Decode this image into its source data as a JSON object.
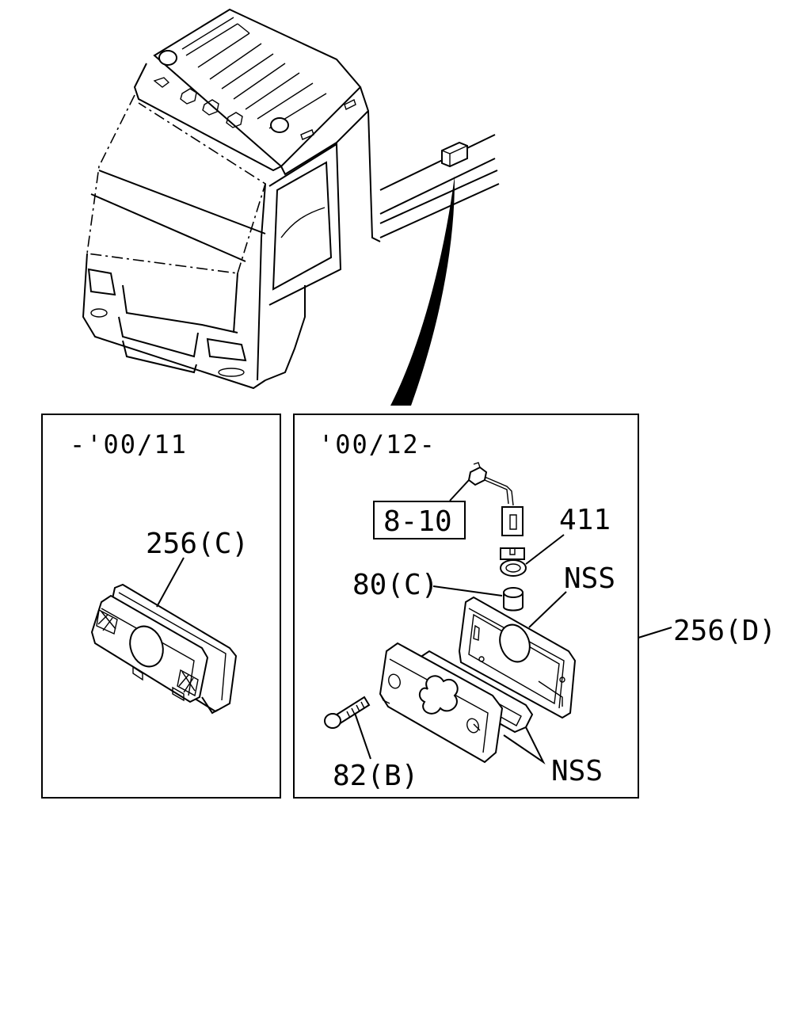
{
  "panels": {
    "left": {
      "date_range": "-'00/11"
    },
    "right": {
      "date_range": "'00/12-"
    }
  },
  "callouts": {
    "lamp_left": "256(C)",
    "lamp_right": "256(D)",
    "ref_box": "8-10",
    "bulb": "411",
    "socket": "80(C)",
    "gasket_upper": "NSS",
    "gasket_lower": "NSS",
    "screw": "82(B)"
  }
}
